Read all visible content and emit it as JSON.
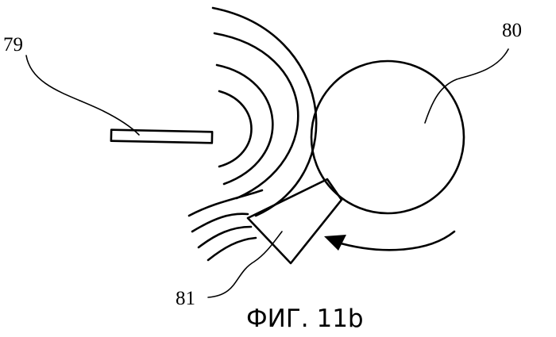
{
  "labels": {
    "part_79": "79",
    "part_80": "80",
    "part_81": "81"
  },
  "caption": "ФИГ. 11b",
  "colors": {
    "ink": "#000000",
    "background": "#ffffff"
  }
}
